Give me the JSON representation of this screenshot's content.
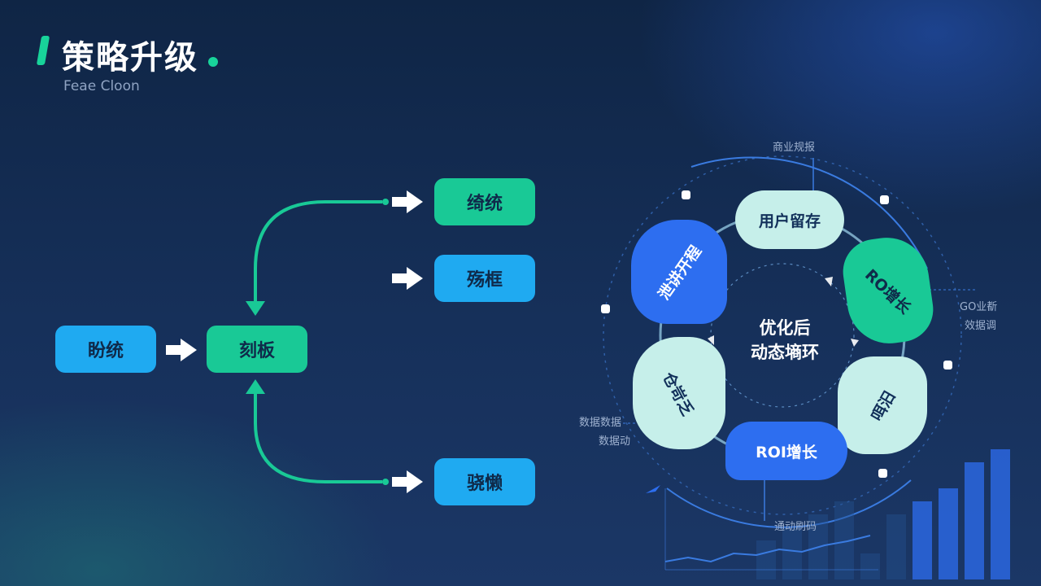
{
  "header": {
    "title": "策略升级",
    "subtitle": "Feae Cloon"
  },
  "flow": {
    "source": "盼统",
    "center": "刻板",
    "targets": [
      "绮统",
      "殇框",
      "骁懒"
    ]
  },
  "cycle": {
    "center_line1": "优化后",
    "center_line2": "动态墒环",
    "items": [
      "用户留存",
      "RO增长",
      "咡汨",
      "ROI增长",
      "仓岢乏",
      "泄讲开程"
    ]
  },
  "annotations": {
    "top": "商业规报",
    "right_1": "GO业斱",
    "right_2": "效据调",
    "left_1": "数据数据",
    "left_2": "数据动",
    "bottom": "通动刷码"
  },
  "colors": {
    "green": "#19c996",
    "blue": "#1faaf1",
    "royal_blue": "#2d6ef0",
    "pale": "#c6efea",
    "background": "#15305a"
  },
  "chart_data": {
    "type": "bar",
    "values": [
      3,
      4,
      5,
      6,
      2,
      5,
      6,
      7,
      9,
      10
    ],
    "line_values": [
      1,
      1.5,
      1,
      2,
      1.8,
      2.5,
      2.2,
      3,
      3.5,
      4.2
    ]
  }
}
